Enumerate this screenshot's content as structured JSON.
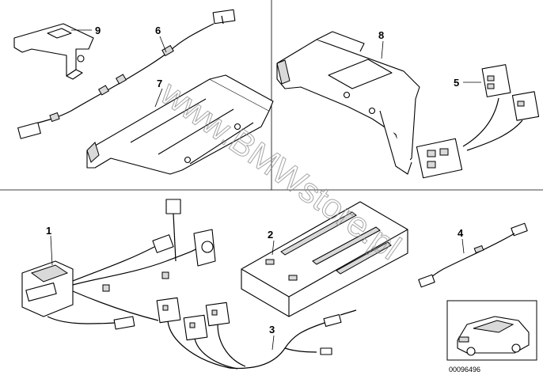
{
  "watermark": "www.BMWstore.pl",
  "reference_code": "00096496",
  "callouts": {
    "c1": "1",
    "c2": "2",
    "c3": "3",
    "c4": "4",
    "c5": "5",
    "c6": "6",
    "c7": "7",
    "c8": "8",
    "c9": "9"
  }
}
